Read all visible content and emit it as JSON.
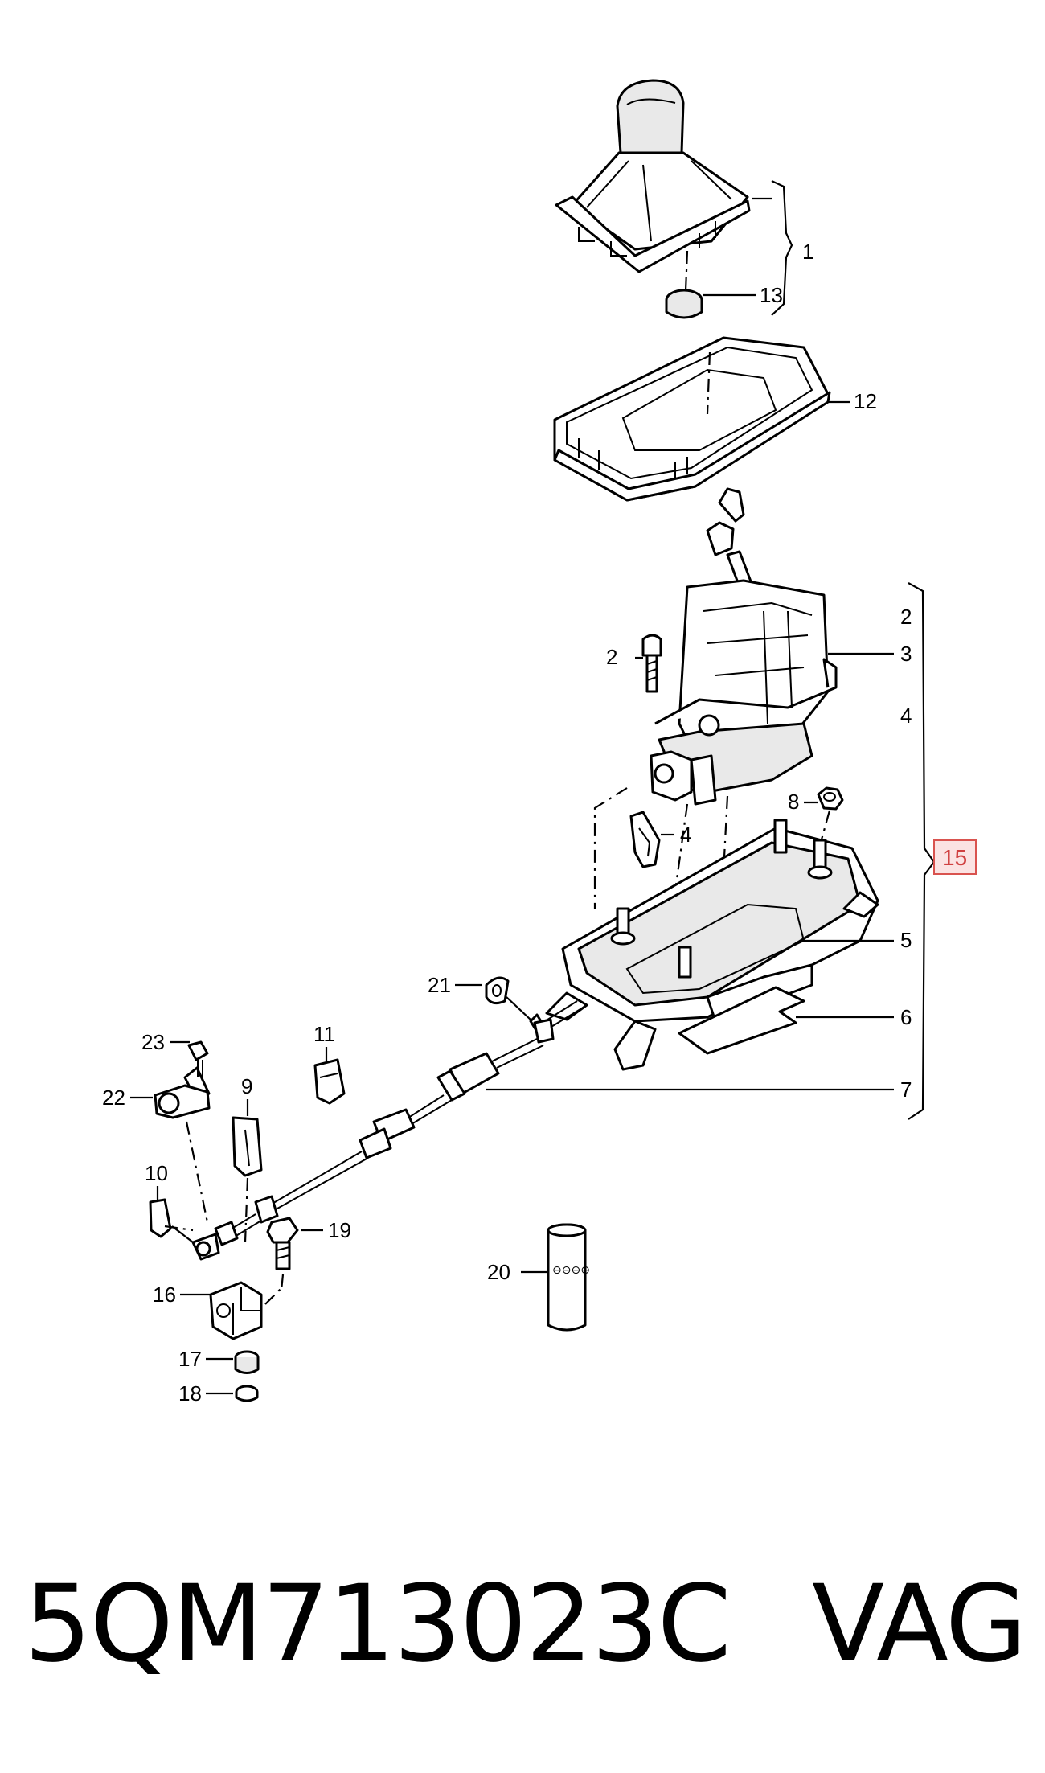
{
  "callouts": {
    "c1": "1",
    "c2a": "2",
    "c2b": "2",
    "c3": "3",
    "c4a": "4",
    "c4b": "4",
    "c5": "5",
    "c6": "6",
    "c7": "7",
    "c8": "8",
    "c9": "9",
    "c10": "10",
    "c11": "11",
    "c12": "12",
    "c13": "13",
    "c15": "15",
    "c16": "16",
    "c17": "17",
    "c18": "18",
    "c19": "19",
    "c20": "20",
    "c21": "21",
    "c22": "22",
    "c23": "23"
  },
  "footer": {
    "part_number": "5QM713023C",
    "brand": "VAG"
  },
  "colors": {
    "line": "#000000",
    "highlight_border": "#d9534f",
    "highlight_fill": "#fbe3e3",
    "highlight_text": "#d04040"
  }
}
